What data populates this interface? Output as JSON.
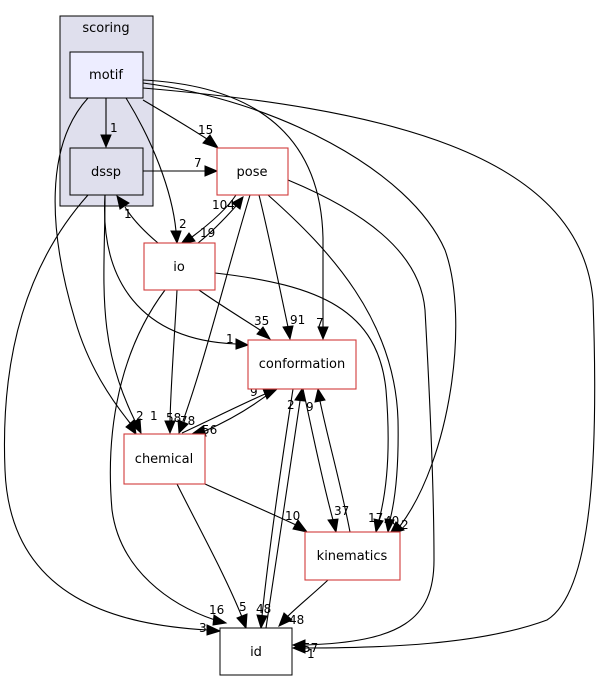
{
  "cluster": {
    "label": "scoring"
  },
  "nodes": {
    "motif": "motif",
    "dssp": "dssp",
    "pose": "pose",
    "io": "io",
    "conformation": "conformation",
    "chemical": "chemical",
    "kinematics": "kinematics",
    "id": "id"
  },
  "edge_labels": {
    "motif_dssp": "1",
    "motif_pose": "15",
    "motif_io": "2",
    "motif_conformation": "7",
    "motif_chemical": "2",
    "motif_kinematics": "2",
    "motif_id": "1",
    "dssp_pose": "7",
    "dssp_conformation": "1",
    "dssp_chemical": "1",
    "dssp_id": "3",
    "pose_io": "19",
    "pose_conformation": "91",
    "pose_chemical": "78",
    "pose_kinematics": "40",
    "pose_id": "57",
    "io_dssp": "1",
    "io_pose": "104",
    "io_conformation": "35",
    "io_chemical": "58",
    "io_kinematics": "17",
    "io_id": "16",
    "conformation_chemical": "56",
    "conformation_kinematics": "37",
    "conformation_id": "48",
    "chemical_conformation": "9",
    "chemical_kinematics": "10",
    "chemical_id": "5",
    "kinematics_conformation": "9",
    "kinematics_id": "48",
    "id_conformation": "2"
  }
}
